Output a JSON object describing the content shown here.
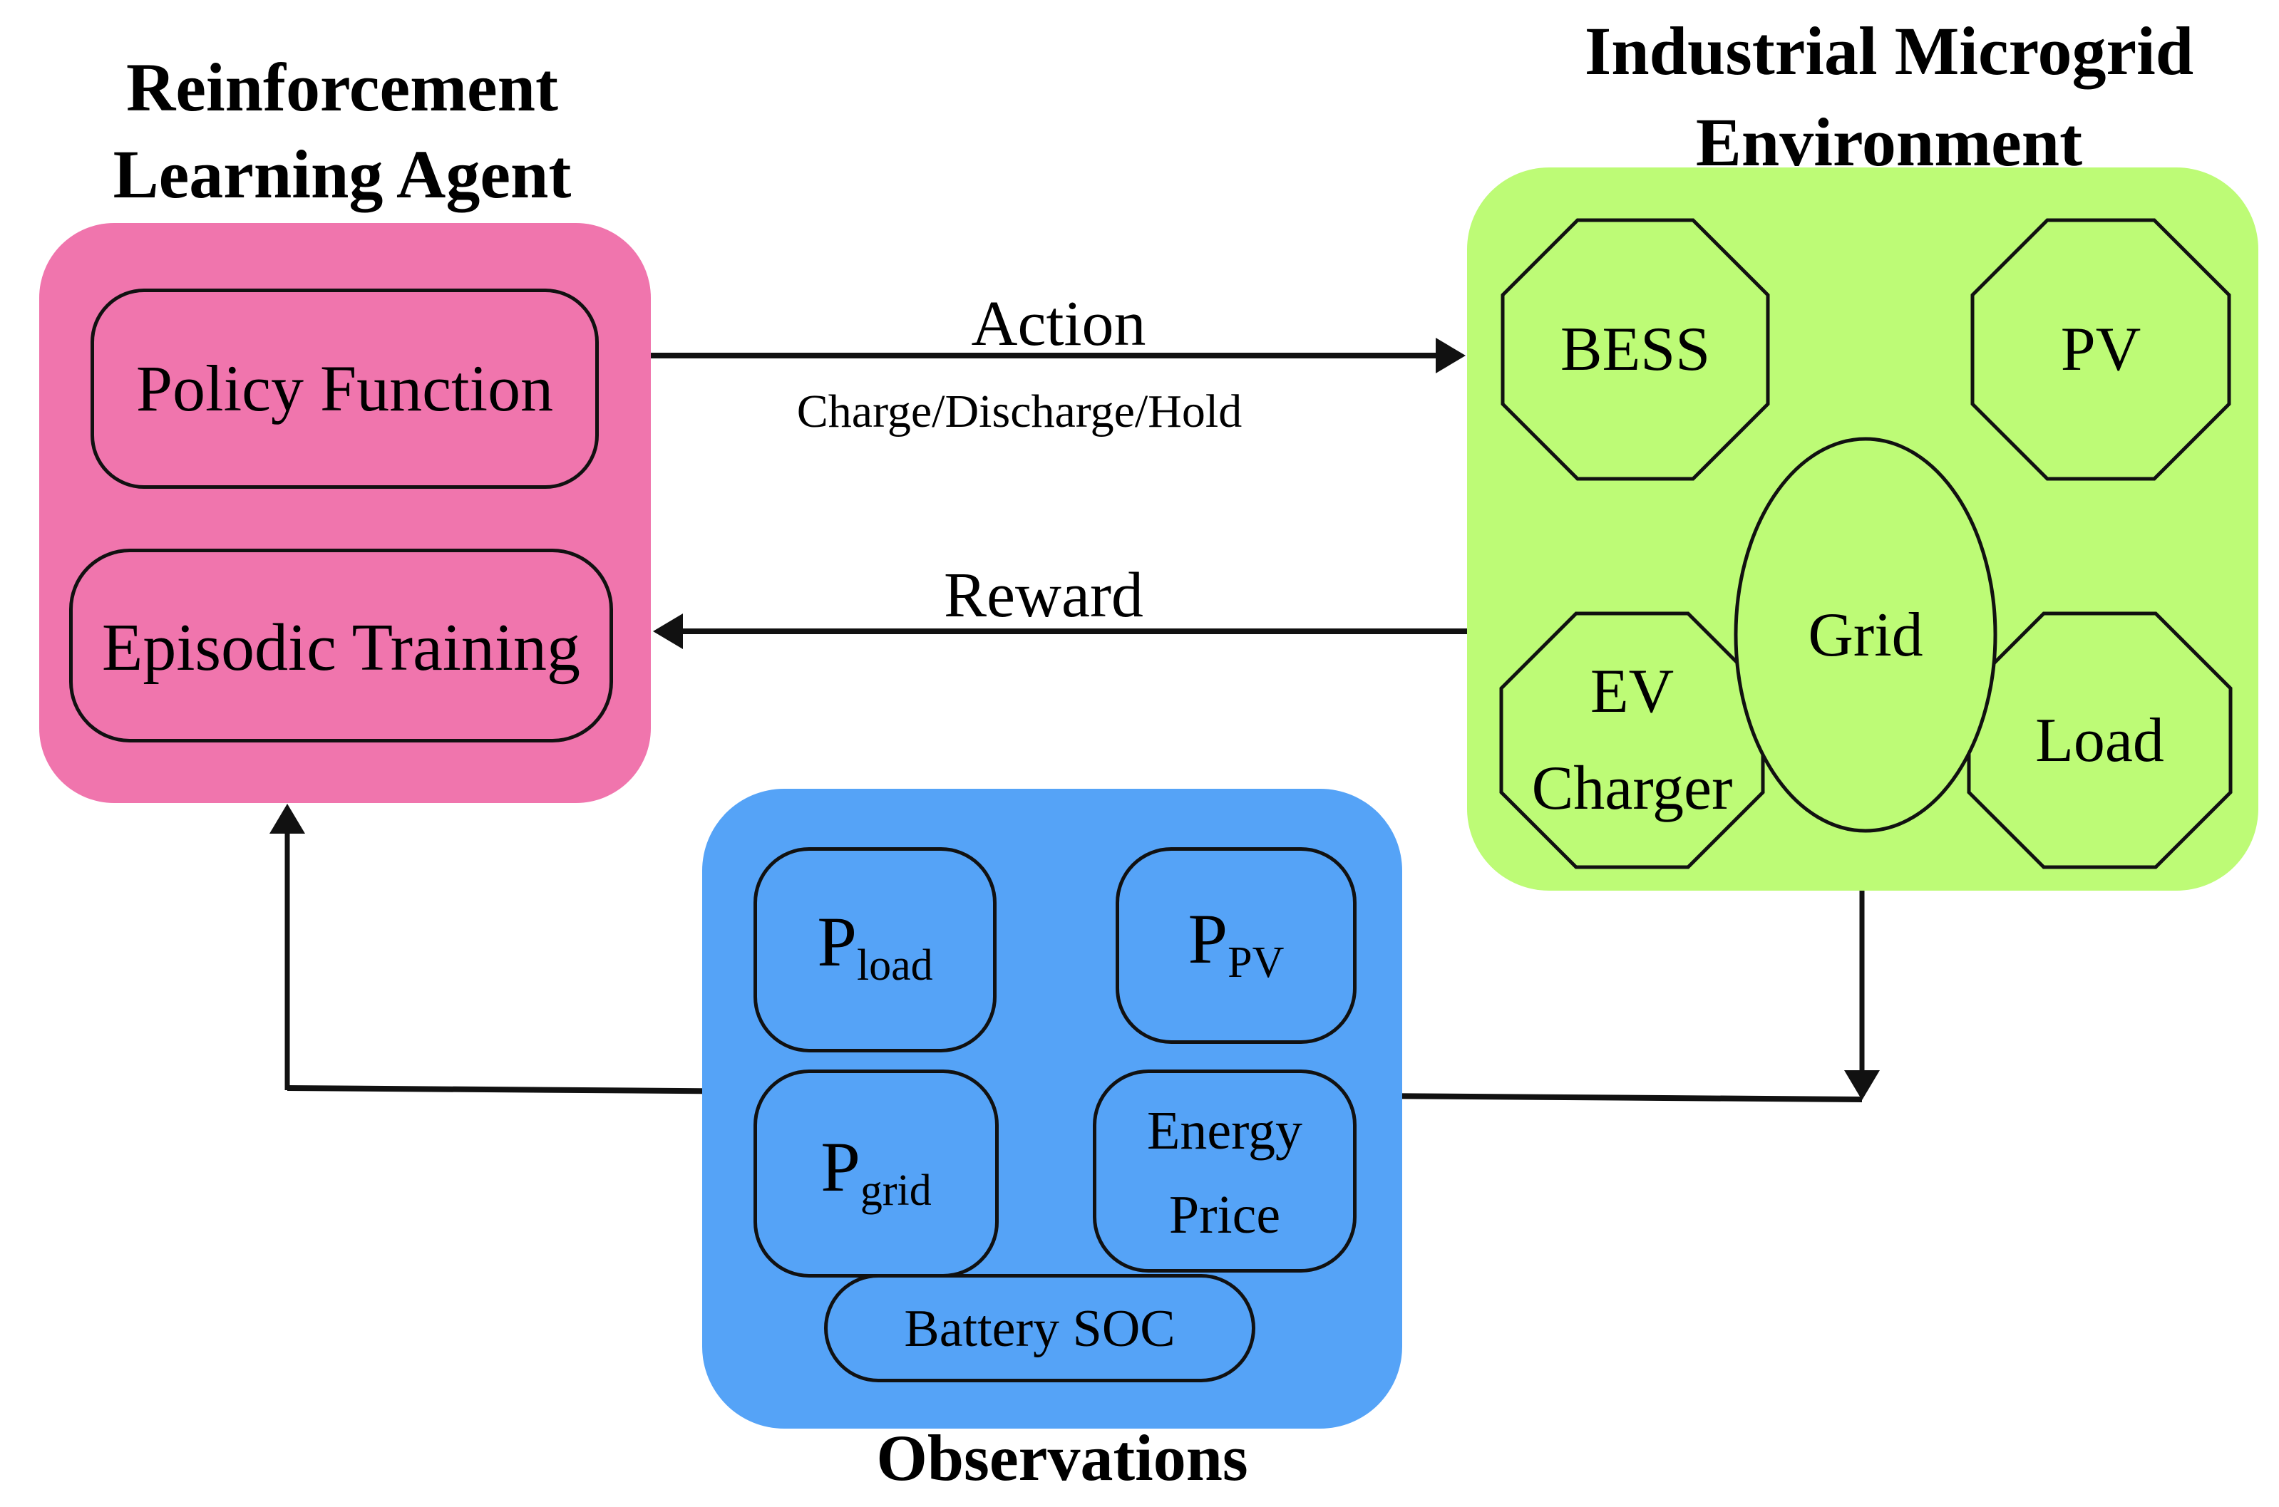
{
  "colors": {
    "agent_panel": "#f075ad",
    "environment_panel": "#bdfb76",
    "observations_panel": "#55a3f7",
    "line": "#111111"
  },
  "agent": {
    "title": "Reinforcement\nLearning Agent",
    "policy_label": "Policy Function",
    "episodic_label": "Episodic Training"
  },
  "environment": {
    "title": "Industrial Microgrid\nEnvironment",
    "bess_label": "BESS",
    "pv_label": "PV",
    "grid_label": "Grid",
    "ev_charger_label": "EV\nCharger",
    "load_label": "Load"
  },
  "observations": {
    "title": "Observations",
    "p_load_base": "P",
    "p_load_sub": "load",
    "p_pv_base": "P",
    "p_pv_sub": "PV",
    "p_grid_base": "P",
    "p_grid_sub": "grid",
    "energy_price_label": "Energy\nPrice",
    "battery_soc_label": "Battery SOC"
  },
  "arrows": {
    "action_label": "Action",
    "action_sublabel": "Charge/Discharge/Hold",
    "reward_label": "Reward"
  }
}
